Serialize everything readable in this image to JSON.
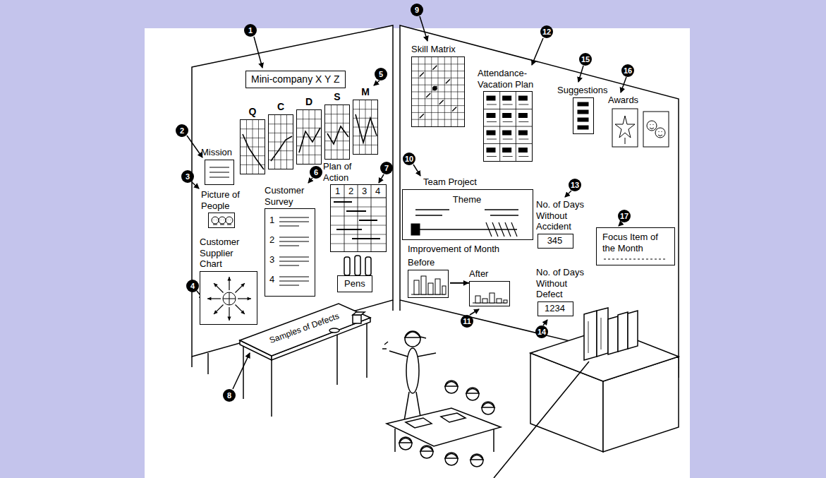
{
  "diagram": {
    "nodes": [
      {
        "text": [
          "Mini-company X Y Z"
        ]
      },
      {
        "text": [
          "Mission"
        ]
      },
      {
        "text": [
          "Q"
        ]
      },
      {
        "text": [
          "C"
        ]
      },
      {
        "text": [
          "D"
        ]
      },
      {
        "text": [
          "S"
        ]
      },
      {
        "text": [
          "M"
        ]
      },
      {
        "text": [
          "Picture of People"
        ]
      },
      {
        "text": [
          "Customer Survey",
          "1",
          "2",
          "3",
          "4"
        ]
      },
      {
        "text": [
          "Plan of Action",
          "1",
          "2",
          "3",
          "4"
        ]
      },
      {
        "text": [
          "Pens"
        ]
      },
      {
        "text": [
          "Customer Supplier Chart"
        ]
      },
      {
        "text": [
          "Samples of Defects"
        ]
      },
      {
        "text": [
          "Skill Matrix"
        ]
      },
      {
        "text": [
          "Attendance-Vacation Plan"
        ]
      },
      {
        "text": [
          "Suggestions"
        ]
      },
      {
        "text": [
          "Awards"
        ]
      },
      {
        "text": [
          "Team Project",
          "Theme"
        ]
      },
      {
        "text": [
          "Before"
        ]
      },
      {
        "text": [
          "After"
        ]
      },
      {
        "text": [
          "No. of Days Without Accident",
          "345"
        ]
      },
      {
        "text": [
          "No. of Days Without Defect",
          "1234"
        ]
      },
      {
        "text": [
          "Focus Item of the Month"
        ]
      }
    ],
    "edges": [
      {
        "from": 18,
        "to": 19,
        "arrow": "to"
      }
    ],
    "labels": [
      "1",
      "2",
      "3",
      "4",
      "5",
      "6",
      "7",
      "8",
      "9",
      "10",
      "11",
      "12",
      "13",
      "14",
      "15",
      "16",
      "17",
      "Improvement of Month"
    ]
  }
}
